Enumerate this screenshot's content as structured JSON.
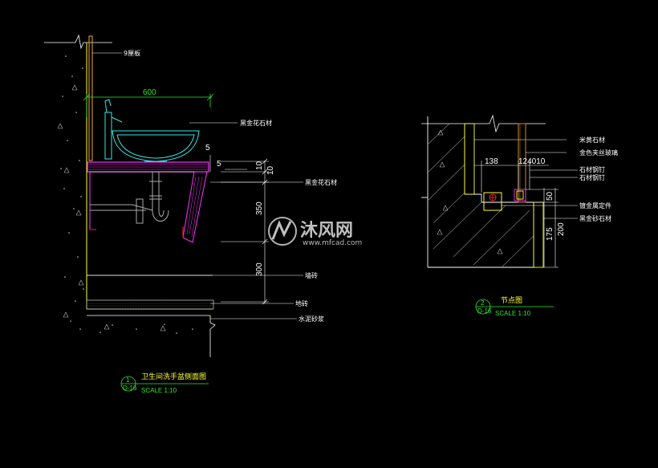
{
  "colors": {
    "background": "#000000",
    "linework": "#ffffff",
    "dimension": "#2ee82e",
    "cabinet_edge": "#ff33ff",
    "basin": "#33e8e8",
    "mirror_frame": "#c98a2e",
    "accent_yellow": "#ffff33",
    "red": "#ff2222"
  },
  "left_view": {
    "dimensions": {
      "width_600": "600",
      "d5": "5",
      "d10a": "10",
      "d10b": "10",
      "d350": "350",
      "d300": "300"
    },
    "labels": {
      "mirror_board": "9厘板",
      "black_gold_granite_top": "黑金花石材",
      "black_gold_granite_side": "黑金花石材",
      "wall_tile": "墙砖",
      "floor_tile": "地砖",
      "cement_mortar": "水泥砂浆"
    },
    "title": {
      "number": "1",
      "sheet": "D-16",
      "name": "卫生间洗手盆侧面图",
      "scale": "SCALE   1:10"
    }
  },
  "right_view": {
    "dimensions": {
      "d138": "138",
      "d124010": "124010",
      "d50": "50",
      "d175": "175",
      "d200": "200"
    },
    "labels": {
      "beige_stone": "米黄石材",
      "gold_wire_glass": "金色夹丝玻璃",
      "stone_nail_a": "石材钢钉",
      "stone_nail_b": "石材钢钉",
      "steel_embedded": "镀金属定件",
      "black_gold_sand_stone": "黑金砂石材"
    },
    "title": {
      "number": "2",
      "sheet": "D-16",
      "name": "节点图",
      "scale": "SCALE   1:10"
    }
  },
  "watermark": {
    "brand": "沐风网",
    "url": "www.mfcad.com",
    "logo_icon": "mf-logo-icon"
  }
}
